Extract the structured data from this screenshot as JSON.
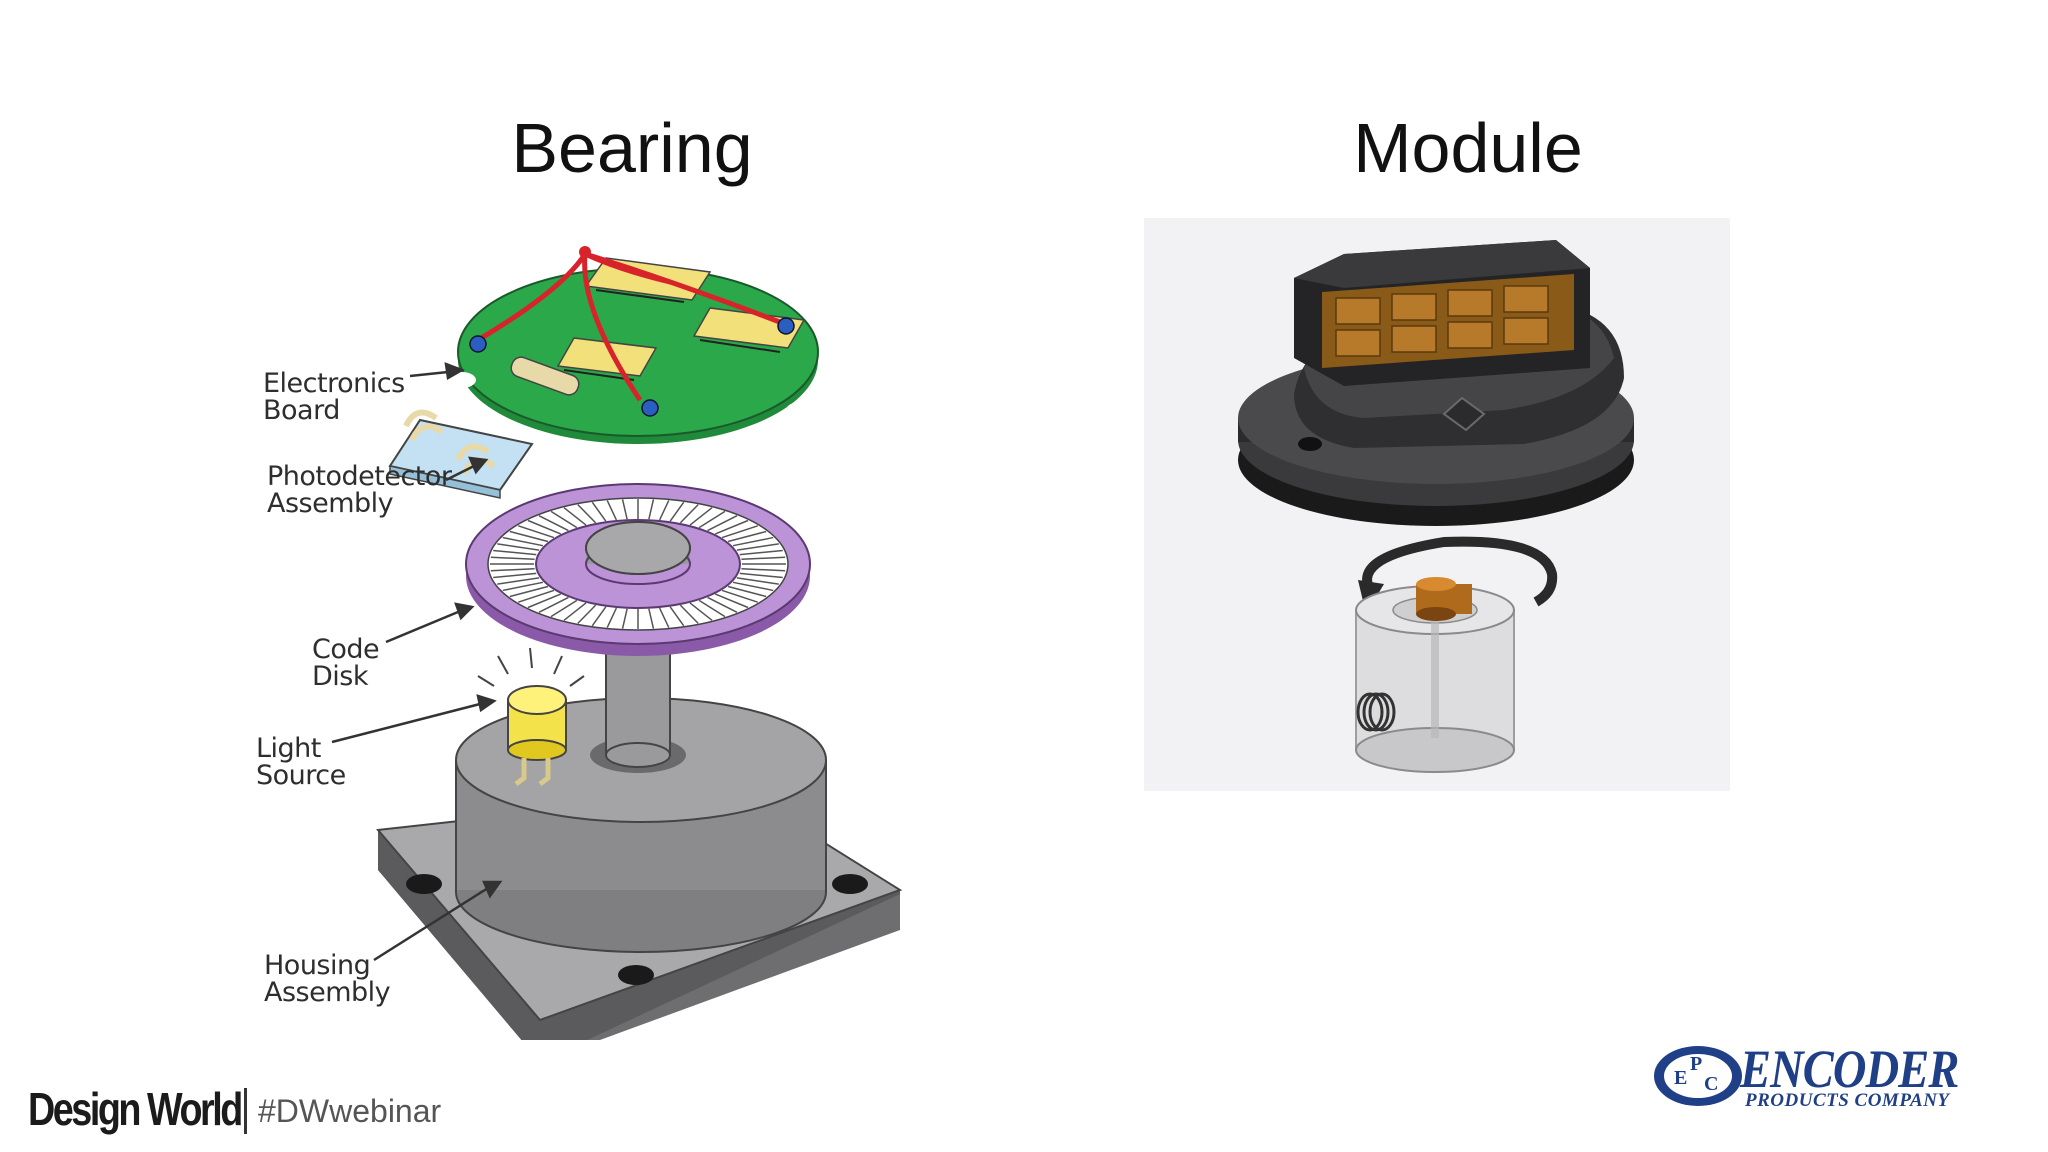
{
  "titles": {
    "left": "Bearing",
    "right": "Module"
  },
  "callouts": {
    "electronics_board": "Electronics\nBoard",
    "photodetector": "Photodetector\nAssembly",
    "code_disk": "Code\nDisk",
    "light_source": "Light\nSource",
    "housing": "Housing\nAssembly"
  },
  "footer": {
    "brand": "Design World",
    "hashtag": "#DWwebinar"
  },
  "company_logo": {
    "name": "ENCODER",
    "subtitle": "PRODUCTS COMPANY",
    "monogram": [
      "E",
      "P",
      "C"
    ]
  },
  "colors": {
    "pcb_green": "#2aa84a",
    "ic_yellow": "#f2e07a",
    "wire_red": "#d8232a",
    "disk_purple": "#a678c4",
    "housing_gray": "#8a8a8c",
    "logo_blue": "#1f3f86"
  }
}
